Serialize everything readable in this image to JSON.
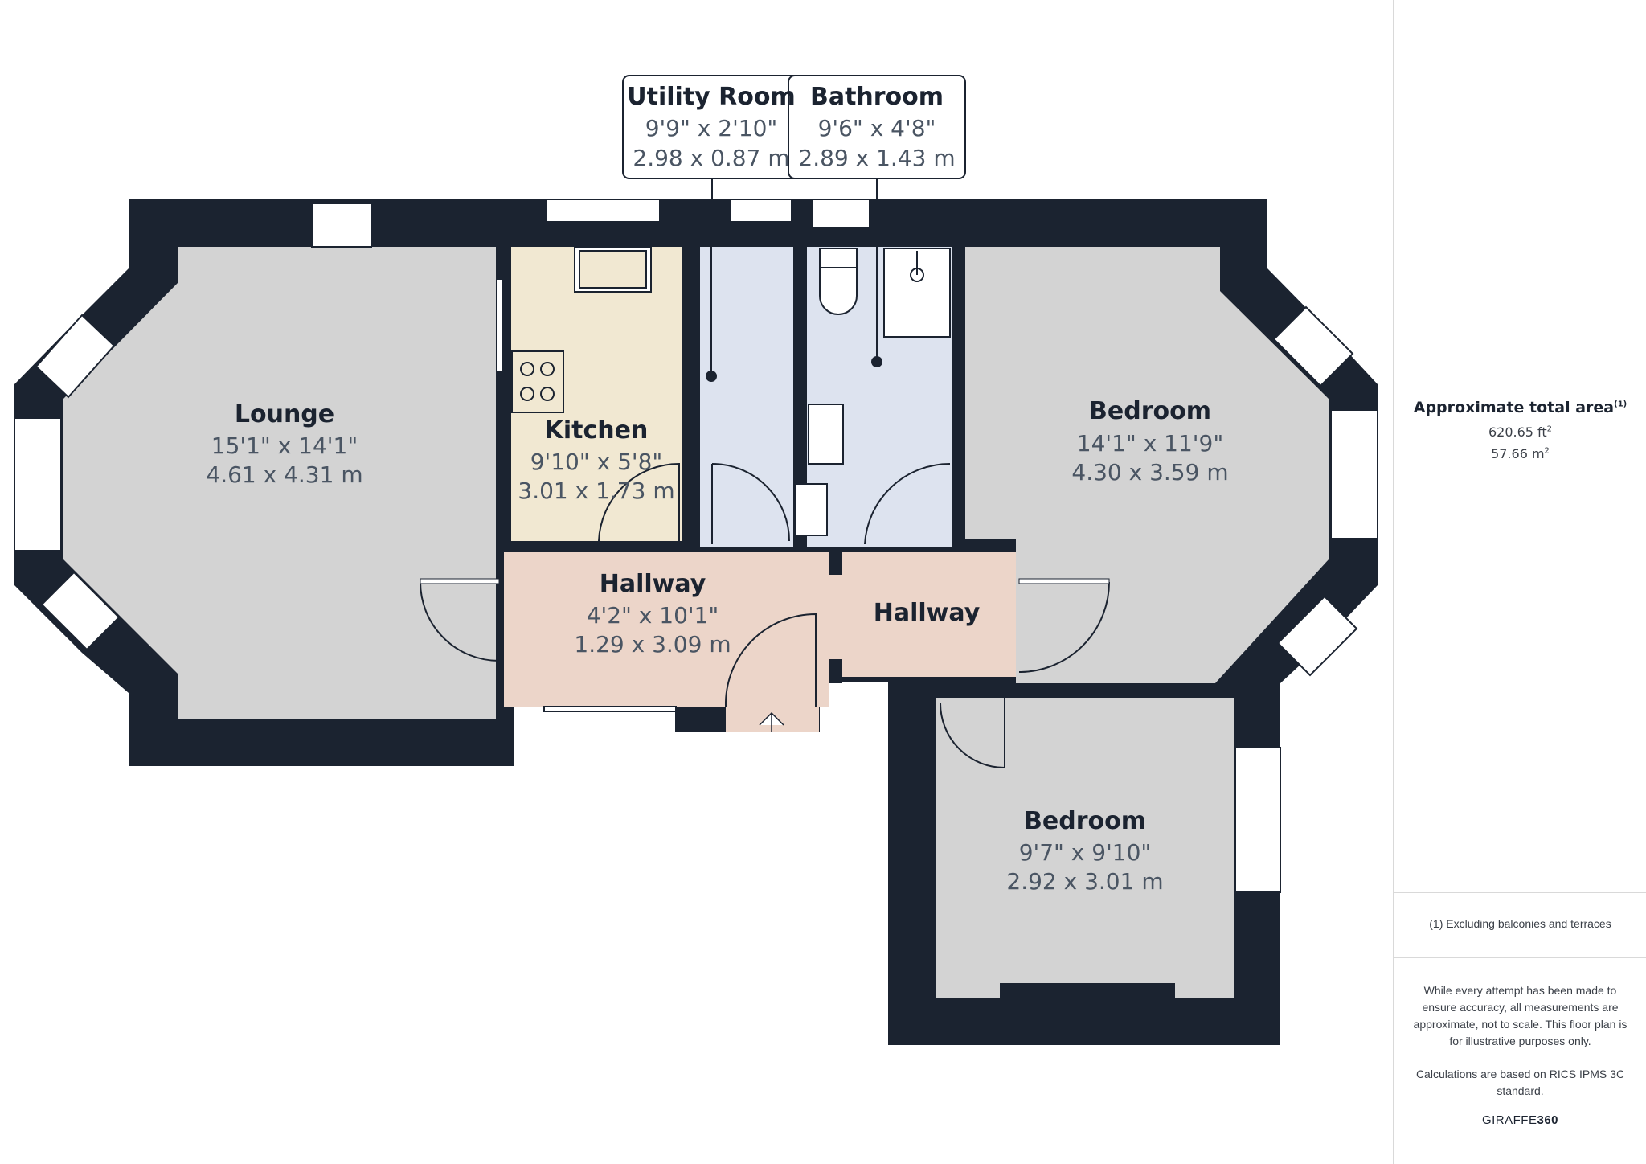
{
  "rooms": {
    "lounge": {
      "name": "Lounge",
      "imperial": "15'1\" x 14'1\"",
      "metric": "4.61 x 4.31 m"
    },
    "kitchen": {
      "name": "Kitchen",
      "imperial": "9'10\" x 5'8\"",
      "metric": "3.01 x 1.73 m"
    },
    "utility": {
      "name": "Utility Room",
      "imperial": "9'9\" x 2'10\"",
      "metric": "2.98 x 0.87 m"
    },
    "bathroom": {
      "name": "Bathroom",
      "imperial": "9'6\" x 4'8\"",
      "metric": "2.89 x 1.43 m"
    },
    "bedroom1": {
      "name": "Bedroom",
      "imperial": "14'1\" x 11'9\"",
      "metric": "4.30 x 3.59 m"
    },
    "hallway1": {
      "name": "Hallway",
      "imperial": "4'2\" x 10'1\"",
      "metric": "1.29 x 3.09 m"
    },
    "hallway2": {
      "name": "Hallway"
    },
    "bedroom2": {
      "name": "Bedroom",
      "imperial": "9'7\" x 9'10\"",
      "metric": "2.92 x 3.01 m"
    }
  },
  "sidebar": {
    "area_title": "Approximate total area",
    "area_note_marker": "(1)",
    "area_ft": "620.65 ft",
    "area_m": "57.66 m",
    "sq": "2",
    "footnote": "(1) Excluding balconies and terraces",
    "disclaimer": "While every attempt has been made to ensure accuracy, all measurements are approximate, not to scale. This floor plan is for illustrative purposes only.",
    "calc_note": "Calculations are based on RICS IPMS 3C standard.",
    "brand_a": "GIRAFFE",
    "brand_b": "360"
  },
  "colors": {
    "wall": "#1b2330",
    "room_grey": "#d3d3d3",
    "kitchen": "#f1e8d2",
    "wet_rooms": "#dde3ef",
    "hallway": "#ecd5c9",
    "white": "#ffffff"
  }
}
